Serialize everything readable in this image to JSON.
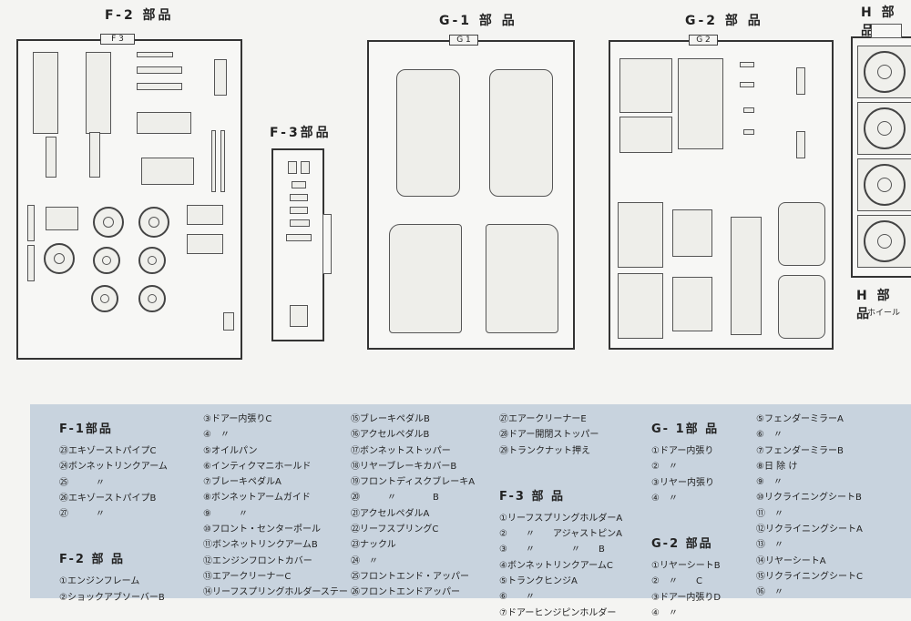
{
  "sections": {
    "f2": {
      "title": "F-2 部品",
      "tab": "F 3"
    },
    "f3": {
      "title": "F-3部品"
    },
    "g1": {
      "title": "G-1 部 品",
      "tab": "G 1"
    },
    "g2": {
      "title": "G-2 部 品",
      "tab": "G 2"
    },
    "h": {
      "title": "H 部 品",
      "bottom_title": "H 部 品",
      "caption": "ホイール"
    }
  },
  "parts_list": {
    "columns": [
      {
        "items": [
          {
            "type": "header",
            "text": "F-1部品"
          },
          {
            "type": "item",
            "text": "㉓エキゾーストパイプC"
          },
          {
            "type": "item",
            "text": "㉔ボンネットリンクアーム"
          },
          {
            "type": "item",
            "text": "㉕　　　〃"
          },
          {
            "type": "item",
            "text": "㉖エキゾーストパイプB"
          },
          {
            "type": "item",
            "text": "㉗　　　〃"
          },
          {
            "type": "gap"
          },
          {
            "type": "header",
            "text": "F-2 部 品"
          },
          {
            "type": "item",
            "text": "①エンジンフレーム"
          },
          {
            "type": "item",
            "text": "②ショックアブソーバーB"
          }
        ]
      },
      {
        "items": [
          {
            "type": "item",
            "text": "③ドアー内張りC"
          },
          {
            "type": "item",
            "text": "④　〃"
          },
          {
            "type": "item",
            "text": "⑤オイルパン"
          },
          {
            "type": "item",
            "text": "⑥インティクマニホールド"
          },
          {
            "type": "item",
            "text": "⑦ブレーキペダルA"
          },
          {
            "type": "item",
            "text": "⑧ボンネットアームガイド"
          },
          {
            "type": "item",
            "text": "⑨　　　〃"
          },
          {
            "type": "item",
            "text": "⑩フロント・センターポール"
          },
          {
            "type": "item",
            "text": "⑪ボンネットリンクアームB"
          },
          {
            "type": "item",
            "text": "⑫エンジンフロントカバー"
          },
          {
            "type": "item",
            "text": "⑬エアークリーナーC"
          },
          {
            "type": "item",
            "text": "⑭リーフスプリングホルダーステー"
          }
        ]
      },
      {
        "items": [
          {
            "type": "item",
            "text": "⑮ブレーキペダルB"
          },
          {
            "type": "item",
            "text": "⑯アクセルペダルB"
          },
          {
            "type": "item",
            "text": "⑰ボンネットストッパー"
          },
          {
            "type": "item",
            "text": "⑱リヤーブレーキカバーB"
          },
          {
            "type": "item",
            "text": "⑲フロントディスクブレーキA"
          },
          {
            "type": "item",
            "text": "⑳　　　〃　　　　B"
          },
          {
            "type": "item",
            "text": "㉑アクセルペダルA"
          },
          {
            "type": "item",
            "text": "㉒リーフスプリングC"
          },
          {
            "type": "item",
            "text": "㉓ナックル"
          },
          {
            "type": "item",
            "text": "㉔　〃"
          },
          {
            "type": "item",
            "text": "㉕フロントエンド・アッパー"
          },
          {
            "type": "item",
            "text": "㉖フロントエンドアッパー"
          }
        ]
      },
      {
        "items": [
          {
            "type": "item",
            "text": "㉗エアークリーナーE"
          },
          {
            "type": "item",
            "text": "㉘ドアー開閉ストッパー"
          },
          {
            "type": "item",
            "text": "㉙トランクナット押え"
          },
          {
            "type": "gap"
          },
          {
            "type": "header",
            "text": "F-3 部 品"
          },
          {
            "type": "item",
            "text": "①リーフスプリングホルダーA"
          },
          {
            "type": "item",
            "text": "②　　〃　　アジャストピンA"
          },
          {
            "type": "item",
            "text": "③　　〃　　　　〃　　B"
          },
          {
            "type": "item",
            "text": "④ボンネットリンクアームC"
          },
          {
            "type": "item",
            "text": "⑤トランクヒンジA"
          },
          {
            "type": "item",
            "text": "⑥　　〃"
          },
          {
            "type": "item",
            "text": "⑦ドアーヒンジピンホルダー"
          }
        ]
      },
      {
        "items": [
          {
            "type": "header",
            "text": "G- 1部 品"
          },
          {
            "type": "item",
            "text": "①ドアー内張り"
          },
          {
            "type": "item",
            "text": "②　〃"
          },
          {
            "type": "item",
            "text": "③リヤー内張り"
          },
          {
            "type": "item",
            "text": "④　〃"
          },
          {
            "type": "gap"
          },
          {
            "type": "header",
            "text": "G-2 部品"
          },
          {
            "type": "item",
            "text": "①リヤーシートB"
          },
          {
            "type": "item",
            "text": "②　〃　　C"
          },
          {
            "type": "item",
            "text": "③ドアー内張りD"
          },
          {
            "type": "item",
            "text": "④　〃"
          }
        ]
      },
      {
        "items": [
          {
            "type": "item",
            "text": "⑤フェンダーミラーA"
          },
          {
            "type": "item",
            "text": "⑥　〃"
          },
          {
            "type": "item",
            "text": "⑦フェンダーミラーB"
          },
          {
            "type": "item",
            "text": "⑧日 除 け"
          },
          {
            "type": "item",
            "text": "⑨　〃"
          },
          {
            "type": "item",
            "text": "⑩リクライニングシートB"
          },
          {
            "type": "item",
            "text": "⑪　〃"
          },
          {
            "type": "item",
            "text": "⑫リクライニングシートA"
          },
          {
            "type": "item",
            "text": "⑬　〃"
          },
          {
            "type": "item",
            "text": "⑭リヤーシートA"
          },
          {
            "type": "item",
            "text": "⑮リクライニングシートC"
          },
          {
            "type": "item",
            "text": "⑯　〃"
          }
        ]
      }
    ]
  }
}
